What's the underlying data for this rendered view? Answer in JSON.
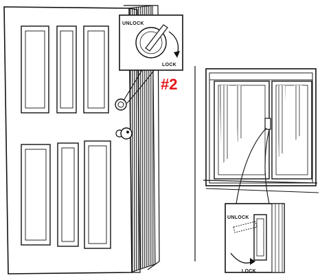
{
  "callout_number": "#2",
  "accent_color": "#e4151a",
  "door_lock_inset": {
    "unlock": "UNLOCK",
    "lock": "LOCK"
  },
  "window_lock_inset": {
    "unlock": "UNLOCK",
    "lock": "LOCK"
  }
}
